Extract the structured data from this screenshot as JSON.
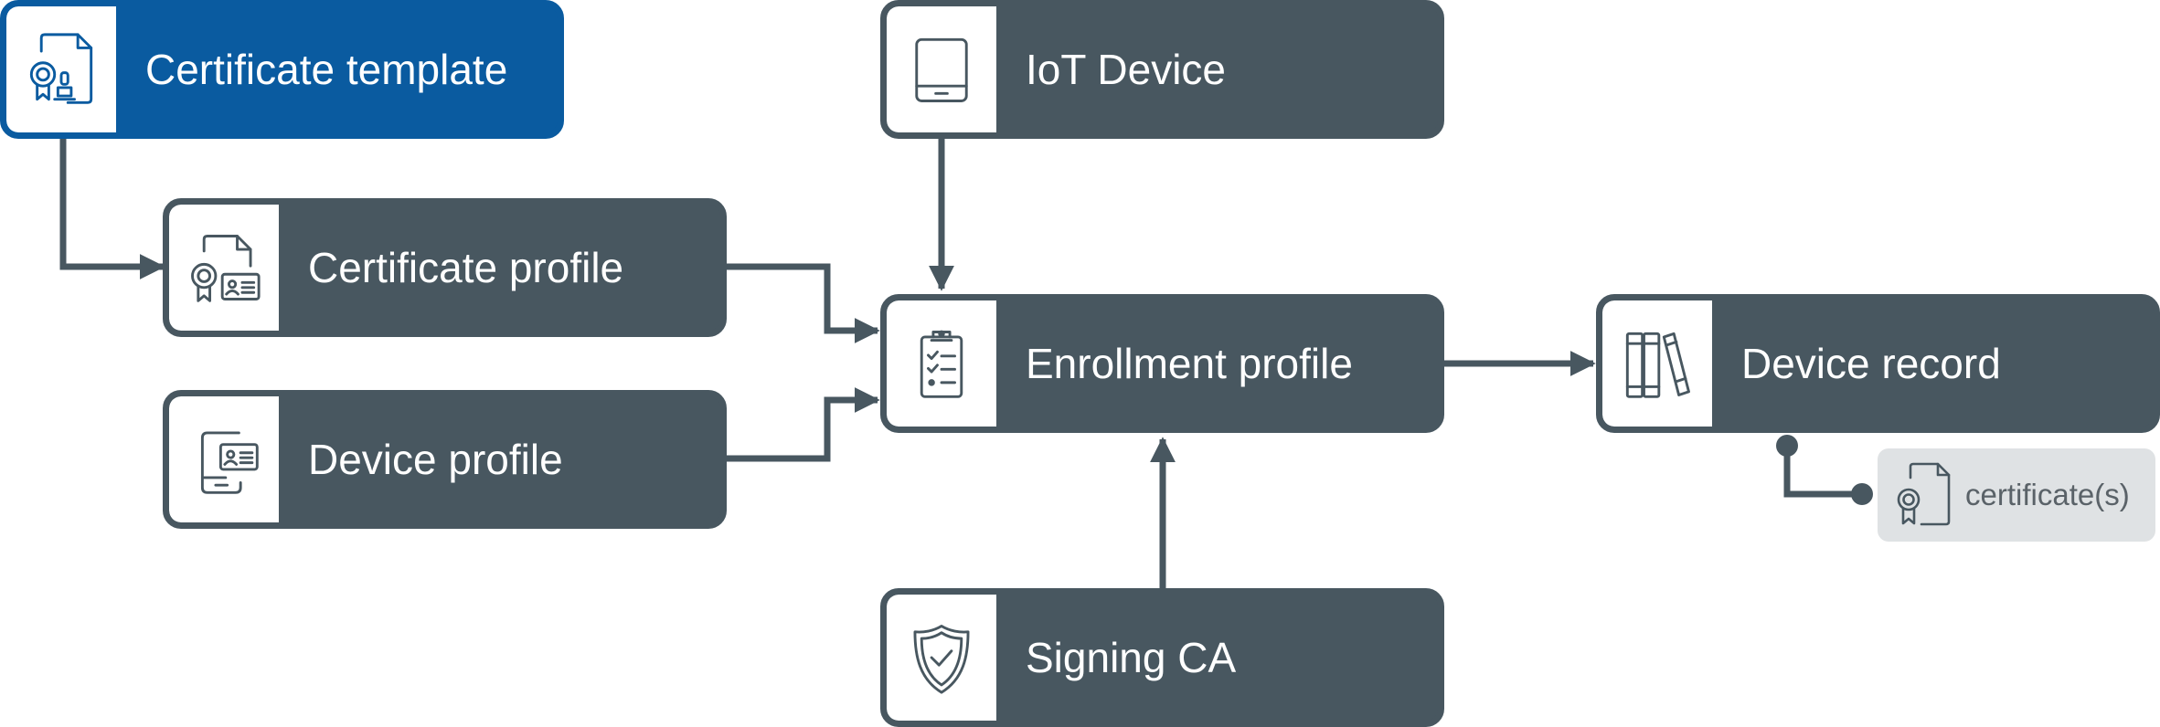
{
  "colors": {
    "node": "#485760",
    "highlight": "#0a5ba0",
    "connector": "#485760",
    "certificate_bg": "#dfe2e4"
  },
  "nodes": {
    "certificate_template": {
      "label": "Certificate template",
      "icon": "certificate-stamp-icon"
    },
    "certificate_profile": {
      "label": "Certificate profile",
      "icon": "certificate-id-card-icon"
    },
    "device_profile": {
      "label": "Device profile",
      "icon": "tablet-id-card-icon"
    },
    "iot_device": {
      "label": "IoT Device",
      "icon": "tablet-icon"
    },
    "enrollment_profile": {
      "label": "Enrollment profile",
      "icon": "clipboard-checklist-icon"
    },
    "signing_ca": {
      "label": "Signing CA",
      "icon": "shield-check-icon"
    },
    "device_record": {
      "label": "Device record",
      "icon": "books-icon"
    }
  },
  "certificate": {
    "label": "certificate(s)",
    "icon": "certificate-document-icon"
  }
}
